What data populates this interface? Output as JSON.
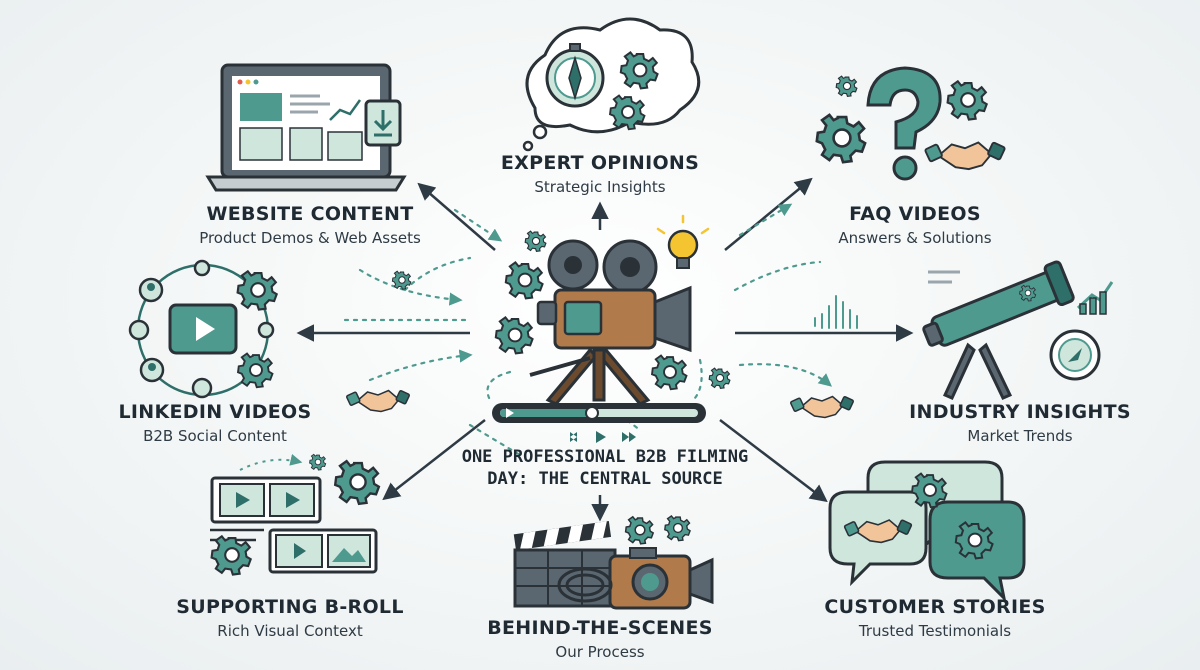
{
  "center": {
    "title": "ONE PROFESSIONAL B2B FILMING DAY: THE CENTRAL SOURCE"
  },
  "nodes": {
    "expert_opinions": {
      "title": "EXPERT OPINIONS",
      "subtitle": "Strategic Insights"
    },
    "website_content": {
      "title": "WEBSITE CONTENT",
      "subtitle": "Product Demos & Web Assets"
    },
    "faq_videos": {
      "title": "FAQ VIDEOS",
      "subtitle": "Answers & Solutions"
    },
    "linkedin_videos": {
      "title": "LINKEDIN VIDEOS",
      "subtitle": "B2B Social Content"
    },
    "industry_insights": {
      "title": "INDUSTRY INSIGHTS",
      "subtitle": "Market Trends"
    },
    "supporting_broll": {
      "title": "SUPPORTING B-ROLL",
      "subtitle": "Rich Visual Context"
    },
    "behind_the_scenes": {
      "title": "BEHIND-THE-SCENES",
      "subtitle": "Our Process"
    },
    "customer_stories": {
      "title": "CUSTOMER STORIES",
      "subtitle": "Trusted Testimonials"
    }
  },
  "icons": {
    "center": "film-camera-icon",
    "expert_opinions": "compass-thought-bubble-icon",
    "website_content": "laptop-dashboard-icon",
    "faq_videos": "question-mark-handshake-icon",
    "linkedin_videos": "social-network-video-icon",
    "industry_insights": "telescope-icon",
    "supporting_broll": "video-frames-icon",
    "behind_the_scenes": "clapperboard-camera-icon",
    "customer_stories": "chat-bubbles-handshake-icon"
  },
  "colors": {
    "teal": "#4f9a8f",
    "teal_dark": "#2f6f6a",
    "mint": "#cfe6dd",
    "outline": "#2a3238",
    "wood": "#b07a4a",
    "bulb": "#f4c531"
  }
}
